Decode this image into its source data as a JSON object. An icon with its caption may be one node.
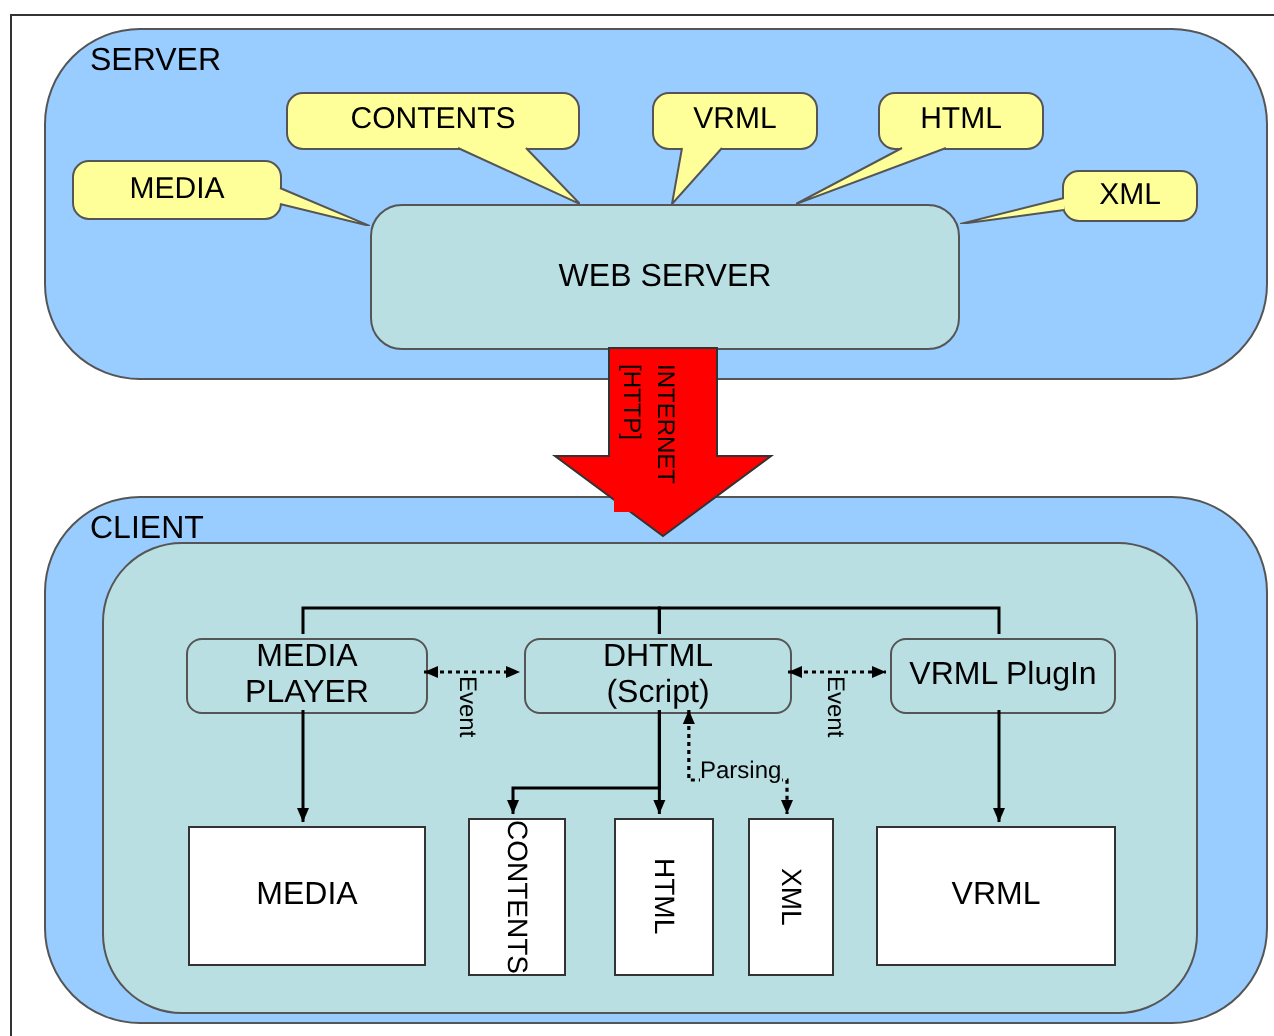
{
  "diagram": {
    "nodes": [
      {
        "text": [
          "SERVER"
        ]
      },
      {
        "text": [
          "MEDIA"
        ],
        "in": 0
      },
      {
        "text": [
          "CONTENTS"
        ],
        "in": 0
      },
      {
        "text": [
          "VRML"
        ],
        "in": 0
      },
      {
        "text": [
          "HTML"
        ],
        "in": 0
      },
      {
        "text": [
          "XML"
        ],
        "in": 0
      },
      {
        "text": [
          "WEB SERVER"
        ],
        "in": 0
      },
      {
        "text": [
          "CLIENT"
        ]
      },
      {
        "text": [],
        "shape": "box",
        "in": 7
      },
      {
        "text": [
          "MEDIA PLAYER"
        ],
        "in": 8
      },
      {
        "text": [
          "DHTML (Script)"
        ],
        "in": 8
      },
      {
        "text": [
          "VRML PlugIn"
        ],
        "in": 8
      },
      {
        "text": [
          "MEDIA"
        ],
        "in": 8
      },
      {
        "text": [
          "CONTENTS"
        ],
        "in": 8
      },
      {
        "text": [
          "HTML"
        ],
        "in": 8
      },
      {
        "text": [
          "XML"
        ],
        "in": 8
      },
      {
        "text": [
          "VRML"
        ],
        "in": 8
      }
    ],
    "edges": [
      {
        "from": 6,
        "to": 7,
        "arrow": "to",
        "label": "INTERNET [HTTP]",
        "style": "thick",
        "color": "#ff0000"
      },
      {
        "from": 10,
        "to": 9,
        "arrow": "none"
      },
      {
        "from": 10,
        "to": 11,
        "arrow": "none"
      },
      {
        "from": 9,
        "to": 10,
        "arrow": "both",
        "label": "Event",
        "style": "dashed"
      },
      {
        "from": 10,
        "to": 11,
        "arrow": "both",
        "label": "Event",
        "style": "dashed"
      },
      {
        "from": 9,
        "to": 12,
        "arrow": "to"
      },
      {
        "from": 10,
        "to": 13,
        "arrow": "to"
      },
      {
        "from": 10,
        "to": 14,
        "arrow": "to"
      },
      {
        "from": 10,
        "to": 15,
        "arrow": "both",
        "label": "Parsing",
        "style": "dashed"
      },
      {
        "from": 11,
        "to": 16,
        "arrow": "to"
      }
    ]
  }
}
